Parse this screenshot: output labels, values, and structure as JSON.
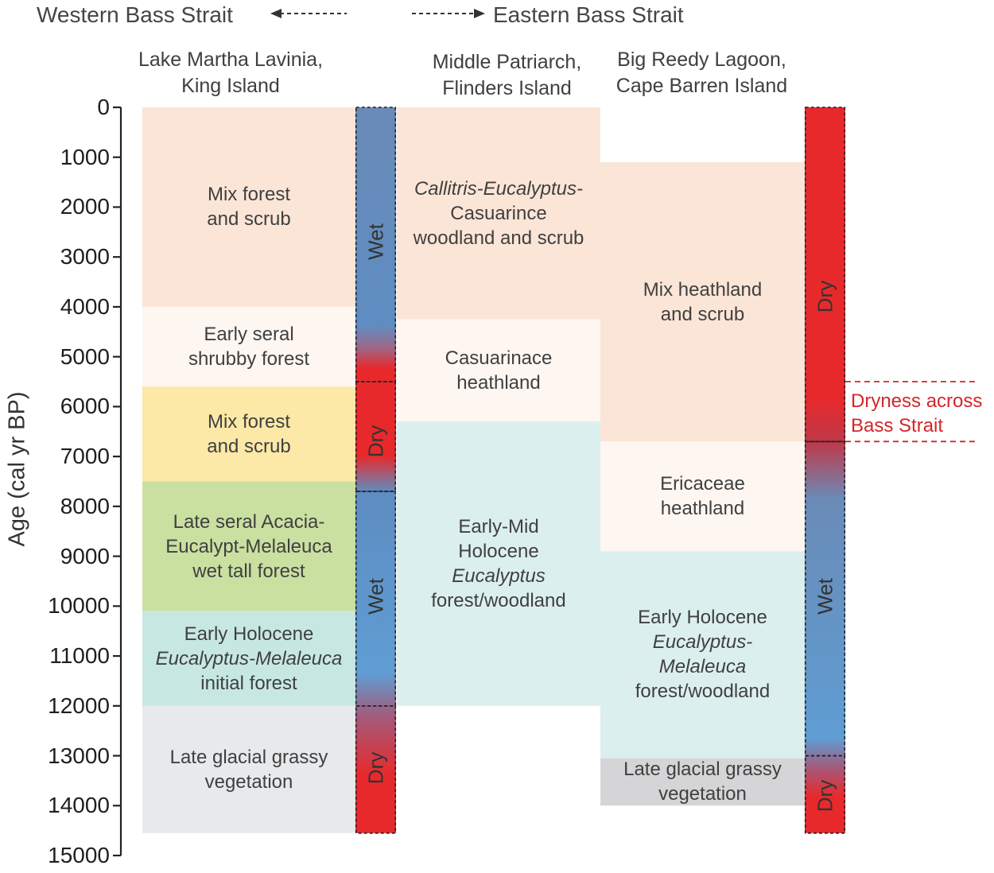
{
  "header": {
    "western": "Western Bass Strait",
    "eastern": "Eastern Bass Strait"
  },
  "sites": [
    {
      "line1": "Lake Martha Lavinia,",
      "line2": "King Island"
    },
    {
      "line1": "Middle Patriarch,",
      "line2": "Flinders Island"
    },
    {
      "line1": "Big Reedy Lagoon,",
      "line2": "Cape Barren Island"
    }
  ],
  "axis": {
    "label": "Age (cal yr BP)",
    "min": 0,
    "max": 15000,
    "ticks": [
      "0",
      "1000",
      "2000",
      "3000",
      "4000",
      "5000",
      "6000",
      "7000",
      "8000",
      "9000",
      "10000",
      "11000",
      "12000",
      "13000",
      "14000",
      "15000"
    ]
  },
  "colors": {
    "peach": "#fbe5d7",
    "cream": "#fdf6f1",
    "yellow": "#fce8a7",
    "green": "#c9e0a1",
    "teal": "#c7e8e2",
    "lightteal": "#dbefee",
    "grey": "#e8e9eb",
    "midgrey": "#d5d5d7",
    "wet": "#5b8fc4",
    "dry": "#e8292c",
    "dryness_note": "#d3262a"
  },
  "vegetation": {
    "martha": [
      {
        "from": 0,
        "to": 4000,
        "fill": "peach",
        "lines": [
          {
            "t": "Mix forest"
          },
          {
            "t": "and scrub"
          }
        ]
      },
      {
        "from": 4000,
        "to": 5600,
        "fill": "cream",
        "lines": [
          {
            "t": "Early seral"
          },
          {
            "t": "shrubby forest"
          }
        ]
      },
      {
        "from": 5600,
        "to": 7500,
        "fill": "yellow",
        "lines": [
          {
            "t": "Mix forest"
          },
          {
            "t": "and scrub"
          }
        ]
      },
      {
        "from": 7500,
        "to": 10100,
        "fill": "green",
        "lines": [
          {
            "t": "Late seral Acacia-"
          },
          {
            "t": "Eucalypt-Melaleuca"
          },
          {
            "t": "wet tall forest"
          }
        ]
      },
      {
        "from": 10100,
        "to": 12000,
        "fill": "teal",
        "lines": [
          {
            "t": "Early Holocene"
          },
          {
            "t": "Eucalyptus-Melaleuca",
            "i": true
          },
          {
            "t": "initial forest"
          }
        ]
      },
      {
        "from": 12000,
        "to": 14550,
        "fill": "grey",
        "lines": [
          {
            "t": "Late glacial grassy"
          },
          {
            "t": "vegetation"
          }
        ]
      }
    ],
    "patriarch": [
      {
        "from": 0,
        "to": 4250,
        "fill": "peach",
        "lines": [
          {
            "t": "Callitris-Eucalyptus-",
            "i": true
          },
          {
            "t": "Casuarince"
          },
          {
            "t": "woodland and scrub"
          }
        ]
      },
      {
        "from": 4250,
        "to": 6300,
        "fill": "cream",
        "lines": [
          {
            "t": "Casuarinace"
          },
          {
            "t": "heathland"
          }
        ]
      },
      {
        "from": 6300,
        "to": 12000,
        "fill": "lightteal",
        "lines": [
          {
            "t": "Early-Mid"
          },
          {
            "t": "Holocene"
          },
          {
            "t": "Eucalyptus",
            "i": true
          },
          {
            "t": "forest/woodland"
          }
        ]
      }
    ],
    "reedy": [
      {
        "from": 1100,
        "to": 6700,
        "fill": "peach",
        "lines": [
          {
            "t": "Mix heathland"
          },
          {
            "t": "and scrub"
          }
        ]
      },
      {
        "from": 6700,
        "to": 8900,
        "fill": "cream",
        "lines": [
          {
            "t": "Ericaceae"
          },
          {
            "t": "heathland"
          }
        ]
      },
      {
        "from": 8900,
        "to": 13050,
        "fill": "lightteal",
        "lines": [
          {
            "t": "Early Holocene"
          },
          {
            "t": "Eucalyptus-",
            "i": true
          },
          {
            "t": "Melaleuca",
            "i": true
          },
          {
            "t": "forest/woodland"
          }
        ]
      },
      {
        "from": 13050,
        "to": 14000,
        "fill": "midgrey",
        "lines": [
          {
            "t": "Late glacial grassy"
          },
          {
            "t": "vegetation"
          }
        ]
      }
    ]
  },
  "climate": {
    "martha": [
      {
        "from": 0,
        "to": 5500,
        "label": "Wet",
        "mid": 2700
      },
      {
        "from": 5500,
        "to": 7700,
        "label": "Dry",
        "mid": 6700
      },
      {
        "from": 7700,
        "to": 12000,
        "label": "Wet",
        "mid": 9800
      },
      {
        "from": 12000,
        "to": 14550,
        "label": "Dry",
        "mid": 13250
      }
    ],
    "reedy": [
      {
        "from": 0,
        "to": 6700,
        "label": "Dry",
        "mid": 3800
      },
      {
        "from": 6700,
        "to": 13000,
        "label": "Wet",
        "mid": 9800
      },
      {
        "from": 13000,
        "to": 14550,
        "label": "Dry",
        "mid": 13800
      }
    ]
  },
  "dryness_note": {
    "line1": "Dryness across",
    "line2": "Bass Strait",
    "from": 5500,
    "to": 6700
  }
}
